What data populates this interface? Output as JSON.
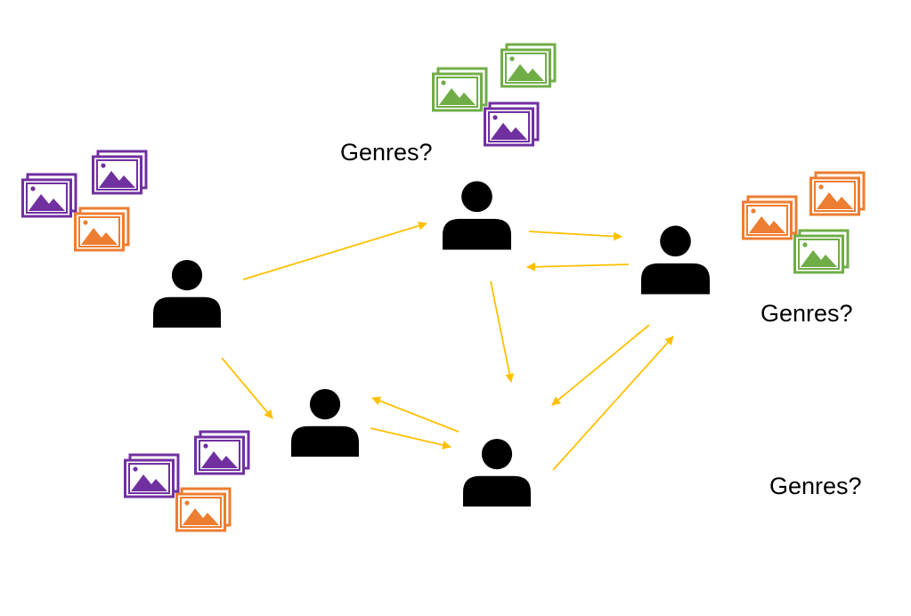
{
  "title": "Social network with unknown genre preferences",
  "labels": {
    "genres_top": "Genres?",
    "genres_right": "Genres?",
    "genres_bottom_right": "Genres?"
  },
  "colors": {
    "background": "#ffffff",
    "person": "#000000",
    "arrow": "#ffc000",
    "purple": "#7030a0",
    "orange": "#ed7d31",
    "green": "#70ad47"
  },
  "nodes": [
    {
      "id": "user-left",
      "images": [
        "purple",
        "purple",
        "orange"
      ],
      "genres_known": true
    },
    {
      "id": "user-top",
      "images": [
        "green",
        "green",
        "purple"
      ],
      "genres_known": false
    },
    {
      "id": "user-right",
      "images": [
        "orange",
        "orange",
        "green"
      ],
      "genres_known": false
    },
    {
      "id": "user-bottom-left",
      "images": [
        "purple",
        "purple",
        "orange"
      ],
      "genres_known": true
    },
    {
      "id": "user-bottom-center",
      "images": [],
      "genres_known": false
    }
  ],
  "edges": [
    {
      "from": "user-left",
      "to": "user-top"
    },
    {
      "from": "user-left",
      "to": "user-bottom-left"
    },
    {
      "from": "user-top",
      "to": "user-right"
    },
    {
      "from": "user-right",
      "to": "user-top"
    },
    {
      "from": "user-top",
      "to": "user-bottom-center"
    },
    {
      "from": "user-right",
      "to": "user-bottom-center"
    },
    {
      "from": "user-bottom-center",
      "to": "user-right"
    },
    {
      "from": "user-bottom-left",
      "to": "user-bottom-center"
    },
    {
      "from": "user-bottom-center",
      "to": "user-bottom-left"
    }
  ]
}
